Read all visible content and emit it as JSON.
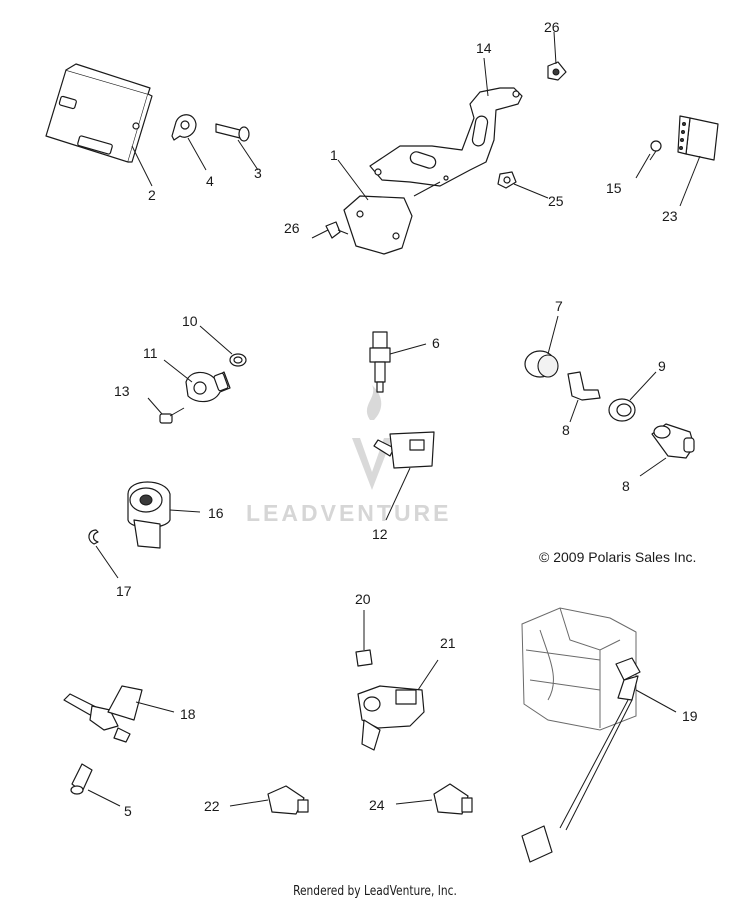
{
  "callouts": [
    {
      "id": "c1",
      "label": "1"
    },
    {
      "id": "c2",
      "label": "2"
    },
    {
      "id": "c3",
      "label": "3"
    },
    {
      "id": "c4",
      "label": "4"
    },
    {
      "id": "c5",
      "label": "5"
    },
    {
      "id": "c6",
      "label": "6"
    },
    {
      "id": "c7",
      "label": "7"
    },
    {
      "id": "c8a",
      "label": "8"
    },
    {
      "id": "c8b",
      "label": "8"
    },
    {
      "id": "c9",
      "label": "9"
    },
    {
      "id": "c10",
      "label": "10"
    },
    {
      "id": "c11",
      "label": "11"
    },
    {
      "id": "c12",
      "label": "12"
    },
    {
      "id": "c13",
      "label": "13"
    },
    {
      "id": "c14",
      "label": "14"
    },
    {
      "id": "c15",
      "label": "15"
    },
    {
      "id": "c16",
      "label": "16"
    },
    {
      "id": "c17",
      "label": "17"
    },
    {
      "id": "c18",
      "label": "18"
    },
    {
      "id": "c19",
      "label": "19"
    },
    {
      "id": "c20",
      "label": "20"
    },
    {
      "id": "c21",
      "label": "21"
    },
    {
      "id": "c22",
      "label": "22"
    },
    {
      "id": "c23",
      "label": "23"
    },
    {
      "id": "c24",
      "label": "24"
    },
    {
      "id": "c25",
      "label": "25"
    },
    {
      "id": "c26a",
      "label": "26"
    },
    {
      "id": "c26b",
      "label": "26"
    }
  ],
  "copyright": "© 2009 Polaris Sales Inc.",
  "watermark": "LEADVENTURE",
  "footer": "Rendered by LeadVenture, Inc."
}
